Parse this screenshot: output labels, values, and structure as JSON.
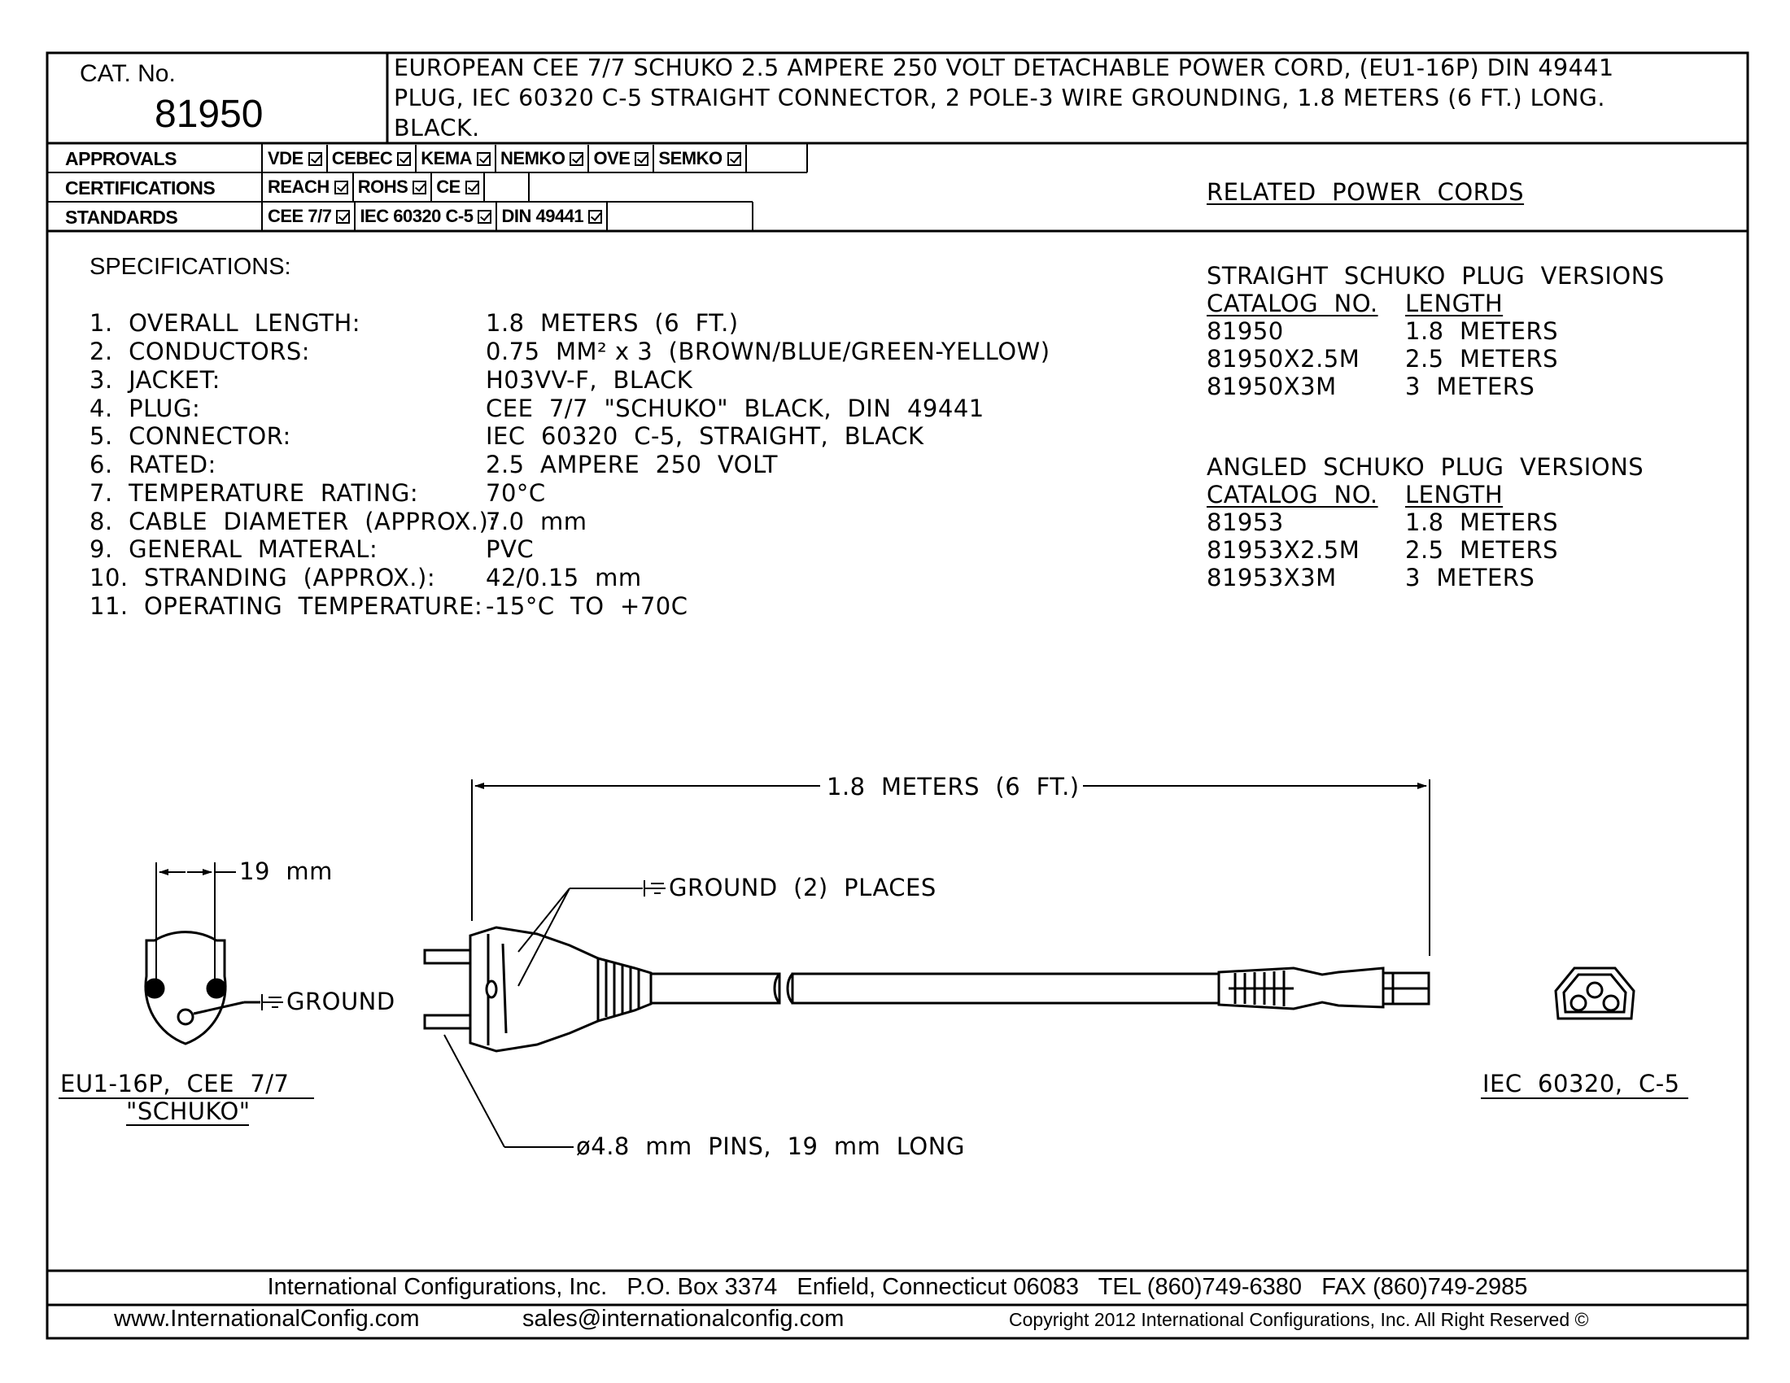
{
  "header": {
    "cat_label": "CAT. No.",
    "cat_number": "81950",
    "description_lines": [
      "EUROPEAN CEE 7/7 SCHUKO 2.5 AMPERE 250 VOLT DETACHABLE POWER CORD, (EU1-16P) DIN 49441",
      "PLUG, IEC 60320 C-5 STRAIGHT CONNECTOR, 2 POLE-3 WIRE GROUNDING, 1.8 METERS (6 FT.) LONG.",
      "BLACK."
    ]
  },
  "rows": [
    {
      "label": "APPROVALS",
      "items": [
        "VDE",
        "CEBEC",
        "KEMA",
        "NEMKO",
        "OVE",
        "SEMKO"
      ]
    },
    {
      "label": "CERTIFICATIONS",
      "items": [
        "REACH",
        "ROHS",
        "CE"
      ]
    },
    {
      "label": "STANDARDS",
      "items": [
        "CEE 7/7",
        "IEC 60320 C-5",
        "DIN 49441"
      ]
    }
  ],
  "specs": {
    "title": "SPECIFICATIONS:",
    "items": [
      {
        "label": "1.  OVERALL  LENGTH:",
        "value": "1.8  METERS  (6  FT.)"
      },
      {
        "label": "2.  CONDUCTORS:",
        "value": "0.75  MM² x 3  (BROWN/BLUE/GREEN-YELLOW)"
      },
      {
        "label": "3.  JACKET:",
        "value": "H03VV-F,  BLACK"
      },
      {
        "label": "4.  PLUG:",
        "value": "CEE  7/7  \"SCHUKO\"  BLACK,  DIN  49441"
      },
      {
        "label": "5.  CONNECTOR:",
        "value": "IEC  60320  C-5,  STRAIGHT,  BLACK"
      },
      {
        "label": "6.  RATED:",
        "value": "2.5  AMPERE  250  VOLT"
      },
      {
        "label": "7.  TEMPERATURE  RATING:",
        "value": "70°C"
      },
      {
        "label": "8.  CABLE  DIAMETER  (APPROX.):",
        "value": "7.0  mm"
      },
      {
        "label": "9.  GENERAL  MATERAL:",
        "value": "PVC"
      },
      {
        "label": "10.  STRANDING  (APPROX.):",
        "value": "42/0.15  mm"
      },
      {
        "label": "11.  OPERATING  TEMPERATURE:",
        "value": "-15°C  TO  +70C"
      }
    ]
  },
  "related": {
    "title": "RELATED  POWER  CORDS",
    "groups": [
      {
        "title": "STRAIGHT  SCHUKO  PLUG  VERSIONS",
        "col_catalog": "CATALOG  NO.",
        "col_length": "LENGTH",
        "rows": [
          {
            "catalog": "81950",
            "length": "1.8  METERS"
          },
          {
            "catalog": "81950X2.5M",
            "length": "2.5  METERS"
          },
          {
            "catalog": "81950X3M",
            "length": "3  METERS"
          }
        ]
      },
      {
        "title": "ANGLED  SCHUKO  PLUG  VERSIONS",
        "col_catalog": "CATALOG  NO.",
        "col_length": "LENGTH",
        "rows": [
          {
            "catalog": "81953",
            "length": "1.8  METERS"
          },
          {
            "catalog": "81953X2.5M",
            "length": "2.5  METERS"
          },
          {
            "catalog": "81953X3M",
            "length": "3  METERS"
          }
        ]
      }
    ]
  },
  "drawing": {
    "length_dim": "1.8  METERS  (6  FT.)",
    "pin_spacing": "19  mm",
    "ground_places": "GROUND  (2)  PLACES",
    "ground": "GROUND",
    "pins": "ø4.8  mm  PINS,  19  mm  LONG",
    "plug_caption_1": "EU1-16P,  CEE  7/7",
    "plug_caption_2": "\"SCHUKO\"",
    "connector_caption": "IEC  60320,  C-5"
  },
  "footer": {
    "line1": "International Configurations, Inc.   P.O. Box 3374   Enfield, Connecticut 06083   TEL (860)749-6380   FAX (860)749-2985",
    "website": "www.InternationalConfig.com",
    "email": "sales@internationalconfig.com",
    "copyright": "Copyright 2012 International Configurations, Inc. All Right Reserved ©"
  }
}
